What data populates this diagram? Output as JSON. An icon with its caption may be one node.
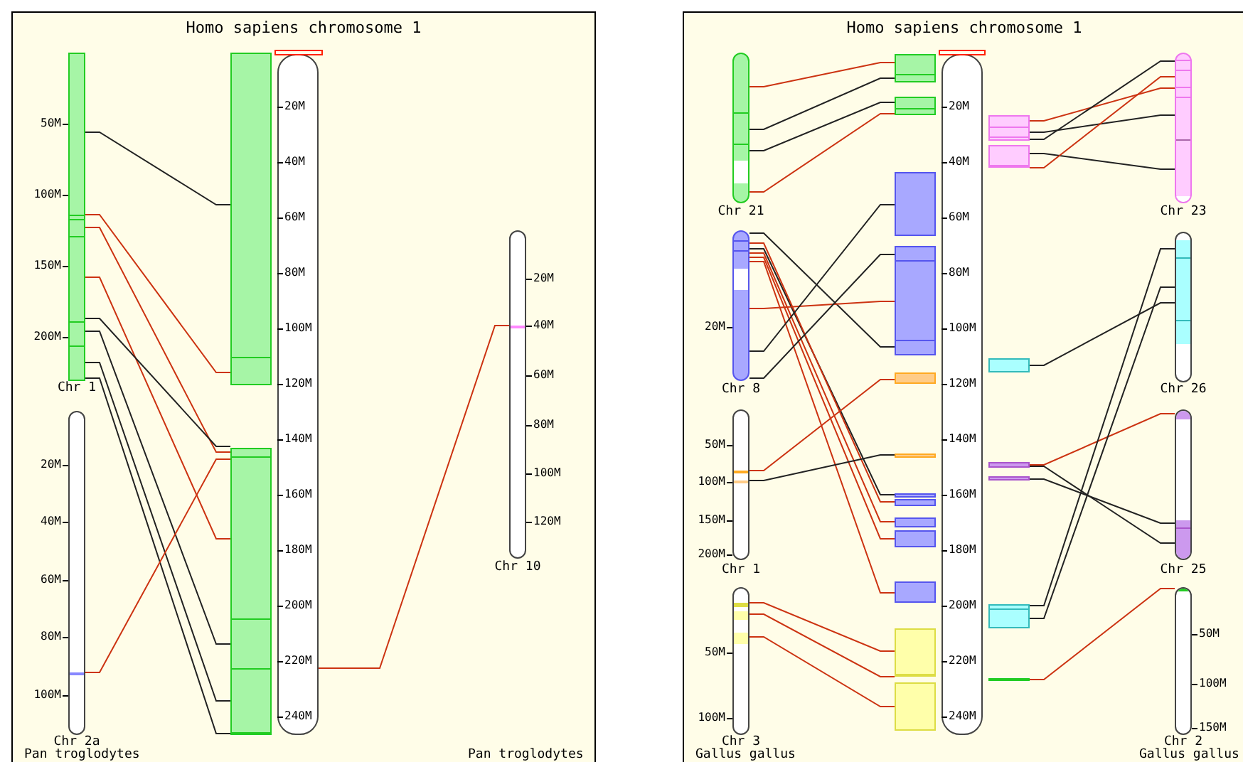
{
  "diagram": {
    "nodes": [
      {
        "text": [
          "Homo sapiens chromosome 1"
        ]
      },
      {
        "text": [
          "Chr 1"
        ],
        "in": 0,
        "beside": [
          "50M",
          "100M",
          "150M",
          "200M"
        ]
      },
      {
        "text": [
          "Chr 2a"
        ],
        "in": 0,
        "beside": [
          "20M",
          "40M",
          "60M",
          "80M",
          "100M"
        ]
      },
      {
        "text": [
          "20M",
          "40M",
          "60M",
          "80M",
          "100M",
          "120M",
          "140M",
          "160M",
          "180M",
          "200M",
          "220M",
          "240M"
        ],
        "in": 0
      },
      {
        "text": [],
        "shape": "bar",
        "in": 0
      },
      {
        "text": [],
        "shape": "bar",
        "in": 0
      },
      {
        "text": [
          "Chr 10"
        ],
        "in": 0,
        "beside": [
          "20M",
          "40M",
          "60M",
          "80M",
          "100M",
          "120M"
        ]
      },
      {
        "text": [
          "Homo sapiens chromosome 1"
        ]
      },
      {
        "text": [
          "Chr 21"
        ],
        "in": 7
      },
      {
        "text": [
          "Chr 8"
        ],
        "in": 7,
        "beside": [
          "20M"
        ]
      },
      {
        "text": [
          "Chr 1"
        ],
        "in": 7,
        "beside": [
          "50M",
          "100M",
          "150M",
          "200M"
        ]
      },
      {
        "text": [
          "Chr 3"
        ],
        "in": 7,
        "beside": [
          "50M",
          "100M"
        ]
      },
      {
        "text": [
          "20M",
          "40M",
          "60M",
          "80M",
          "100M",
          "120M",
          "140M",
          "160M",
          "180M",
          "200M",
          "220M",
          "240M"
        ],
        "in": 7
      },
      {
        "text": [],
        "shape": "bar",
        "in": 7
      },
      {
        "text": [],
        "shape": "bar",
        "in": 7
      },
      {
        "text": [],
        "shape": "bar",
        "in": 7
      },
      {
        "text": [],
        "shape": "bar",
        "in": 7
      },
      {
        "text": [],
        "shape": "bar",
        "in": 7
      },
      {
        "text": [],
        "shape": "bar",
        "in": 7
      },
      {
        "text": [],
        "shape": "bar",
        "in": 7
      },
      {
        "text": [],
        "shape": "bar",
        "in": 7
      },
      {
        "text": [],
        "shape": "bar",
        "in": 7
      },
      {
        "text": [],
        "shape": "bar",
        "in": 7
      },
      {
        "text": [],
        "shape": "bar",
        "in": 7
      },
      {
        "text": [],
        "shape": "bar",
        "in": 7
      },
      {
        "text": [],
        "shape": "bar",
        "in": 7
      },
      {
        "text": [],
        "shape": "bar",
        "in": 7
      },
      {
        "text": [],
        "shape": "bar",
        "in": 7
      },
      {
        "text": [],
        "shape": "bar",
        "in": 7
      },
      {
        "text": [],
        "shape": "bar",
        "in": 7
      },
      {
        "text": [],
        "shape": "bar",
        "in": 7
      },
      {
        "text": [],
        "shape": "bar",
        "in": 7
      },
      {
        "text": [],
        "shape": "bar",
        "in": 7
      },
      {
        "text": [
          "Chr 23"
        ],
        "in": 7
      },
      {
        "text": [
          "Chr 26"
        ],
        "in": 7
      },
      {
        "text": [
          "Chr 25"
        ],
        "in": 7
      },
      {
        "text": [
          "Chr 2"
        ],
        "in": 7,
        "beside": [
          "50M",
          "100M",
          "150M"
        ]
      }
    ],
    "edges": [
      {
        "from": 1,
        "to": 4,
        "arrow": "none"
      },
      {
        "from": 1,
        "to": 4,
        "arrow": "none",
        "color": "#cc3311"
      },
      {
        "from": 1,
        "to": 5,
        "arrow": "none",
        "color": "#cc3311"
      },
      {
        "from": 1,
        "to": 5,
        "arrow": "none",
        "color": "#cc3311"
      },
      {
        "from": 1,
        "to": 5,
        "arrow": "none"
      },
      {
        "from": 1,
        "to": 5,
        "arrow": "none"
      },
      {
        "from": 1,
        "to": 5,
        "arrow": "none"
      },
      {
        "from": 1,
        "to": 5,
        "arrow": "none"
      },
      {
        "from": 2,
        "to": 5,
        "arrow": "none",
        "color": "#cc3311"
      },
      {
        "from": 3,
        "to": 6,
        "arrow": "none",
        "color": "#cc3311"
      },
      {
        "from": 8,
        "to": 13,
        "arrow": "none",
        "color": "#cc3311"
      },
      {
        "from": 8,
        "to": 13,
        "arrow": "none"
      },
      {
        "from": 8,
        "to": 14,
        "arrow": "none"
      },
      {
        "from": 8,
        "to": 14,
        "arrow": "none",
        "color": "#cc3311"
      },
      {
        "from": 9,
        "to": 16,
        "arrow": "none"
      },
      {
        "from": 9,
        "to": 19,
        "arrow": "none"
      },
      {
        "from": 9,
        "to": 20,
        "arrow": "none",
        "color": "#cc3311"
      },
      {
        "from": 9,
        "to": 21,
        "arrow": "none",
        "color": "#cc3311"
      },
      {
        "from": 9,
        "to": 22,
        "arrow": "none",
        "color": "#cc3311"
      },
      {
        "from": 9,
        "to": 23,
        "arrow": "none",
        "color": "#cc3311"
      },
      {
        "from": 9,
        "to": 16,
        "arrow": "none",
        "color": "#cc3311"
      },
      {
        "from": 9,
        "to": 15,
        "arrow": "none"
      },
      {
        "from": 9,
        "to": 16,
        "arrow": "none"
      },
      {
        "from": 10,
        "to": 17,
        "arrow": "none",
        "color": "#cc3311"
      },
      {
        "from": 10,
        "to": 18,
        "arrow": "none"
      },
      {
        "from": 11,
        "to": 24,
        "arrow": "none",
        "color": "#cc3311"
      },
      {
        "from": 11,
        "to": 24,
        "arrow": "none",
        "color": "#cc3311"
      },
      {
        "from": 11,
        "to": 25,
        "arrow": "none",
        "color": "#cc3311"
      },
      {
        "from": 26,
        "to": 33,
        "arrow": "none",
        "color": "#cc3311"
      },
      {
        "from": 26,
        "to": 33,
        "arrow": "none"
      },
      {
        "from": 26,
        "to": 33,
        "arrow": "none"
      },
      {
        "from": 27,
        "to": 33,
        "arrow": "none"
      },
      {
        "from": 27,
        "to": 33,
        "arrow": "none",
        "color": "#cc3311"
      },
      {
        "from": 28,
        "to": 34,
        "arrow": "none"
      },
      {
        "from": 29,
        "to": 35,
        "arrow": "none",
        "color": "#cc3311"
      },
      {
        "from": 29,
        "to": 35,
        "arrow": "none"
      },
      {
        "from": 30,
        "to": 35,
        "arrow": "none"
      },
      {
        "from": 31,
        "to": 34,
        "arrow": "none"
      },
      {
        "from": 31,
        "to": 34,
        "arrow": "none"
      },
      {
        "from": 32,
        "to": 36,
        "arrow": "none",
        "color": "#cc3311"
      }
    ],
    "labels": [
      "Pan troglodytes",
      "Pan troglodytes",
      "Gallus gallus",
      "Gallus gallus"
    ]
  }
}
